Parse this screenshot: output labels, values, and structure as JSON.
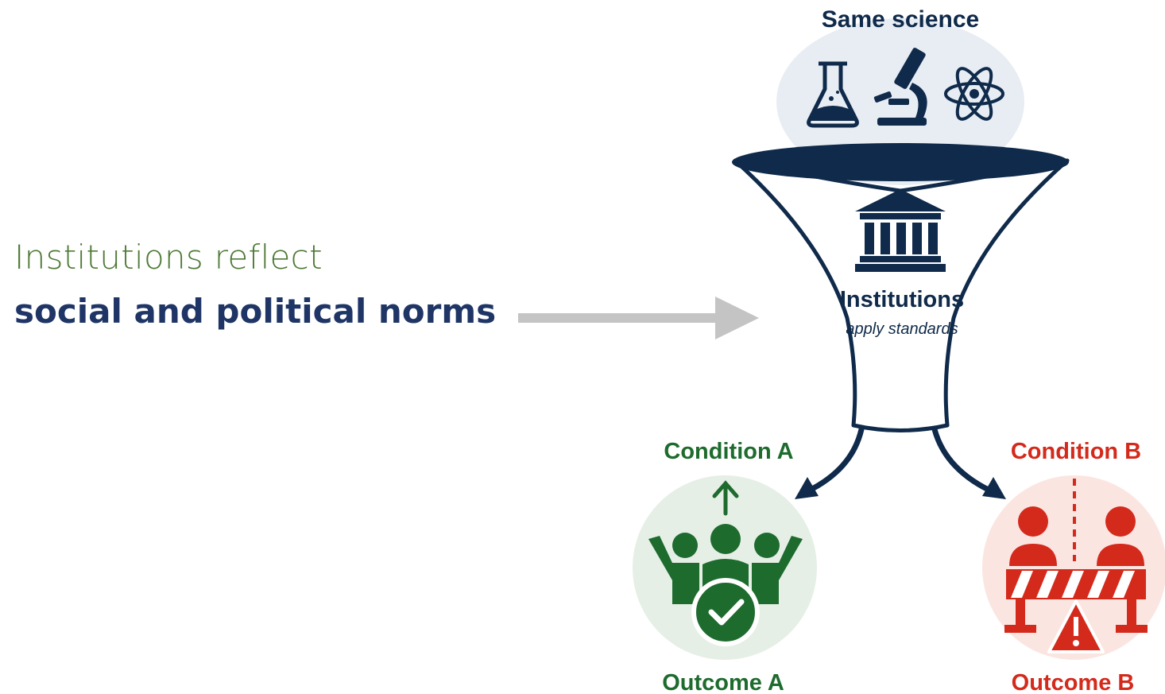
{
  "headline": {
    "line1": "Institutions reflect",
    "line2": "social and political norms"
  },
  "funnel": {
    "top_label": "Same science",
    "center_label": "Institutions",
    "center_sublabel": "apply standards",
    "icons": [
      "flask-icon",
      "microscope-icon",
      "atom-icon",
      "institution-building-icon"
    ]
  },
  "outcome_a": {
    "condition_label": "Condition A",
    "outcome_label": "Outcome A",
    "color": "#1e6b2e",
    "icons": [
      "up-arrow-icon",
      "people-cheering-icon",
      "checkmark-icon"
    ]
  },
  "outcome_b": {
    "condition_label": "Condition B",
    "outcome_label": "Outcome B",
    "color": "#d42a1c",
    "icons": [
      "separated-people-icon",
      "barrier-icon",
      "warning-icon"
    ]
  },
  "colors": {
    "navy": "#0f2a4a",
    "green_text": "#4e7a35",
    "blue_text": "#1f3566",
    "arrow_gray": "#c4c4c4"
  }
}
